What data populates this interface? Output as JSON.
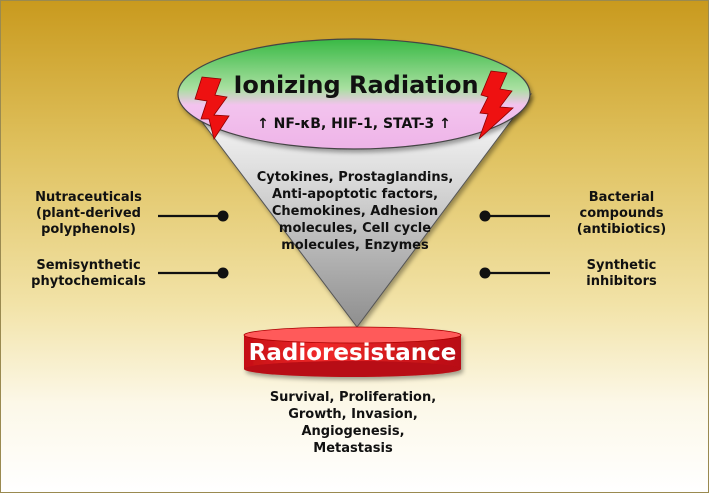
{
  "top": {
    "title": "Ionizing Radiation",
    "factors": "↑ NF-κB, HIF-1, STAT-3 ↑"
  },
  "cone": {
    "text": "Cytokines, Prostaglandins, Anti-apoptotic factors, Chemokines, Adhesion molecules, Cell cycle molecules, Enzymes"
  },
  "base": {
    "title": "Radioresistance"
  },
  "outcomes": {
    "text": "Survival, Proliferation, Growth, Invasion, Angiogenesis, Metastasis"
  },
  "left": {
    "item1": "Nutraceuticals (plant-derived polyphenols)",
    "item2": "Semisynthetic phytochemicals"
  },
  "right": {
    "item1": "Bacterial compounds (antibiotics)",
    "item2": "Synthetic inhibitors"
  },
  "icons": [
    "lightning-bolt-icon",
    "inhibitor-line-icon"
  ],
  "colors": {
    "ellipse_top": "#3fbf4a",
    "ellipse_bottom": "#f1b8ea",
    "cone": "#a0a0a0",
    "cylinder": "#e8141c",
    "bolt": "#ee1111"
  }
}
